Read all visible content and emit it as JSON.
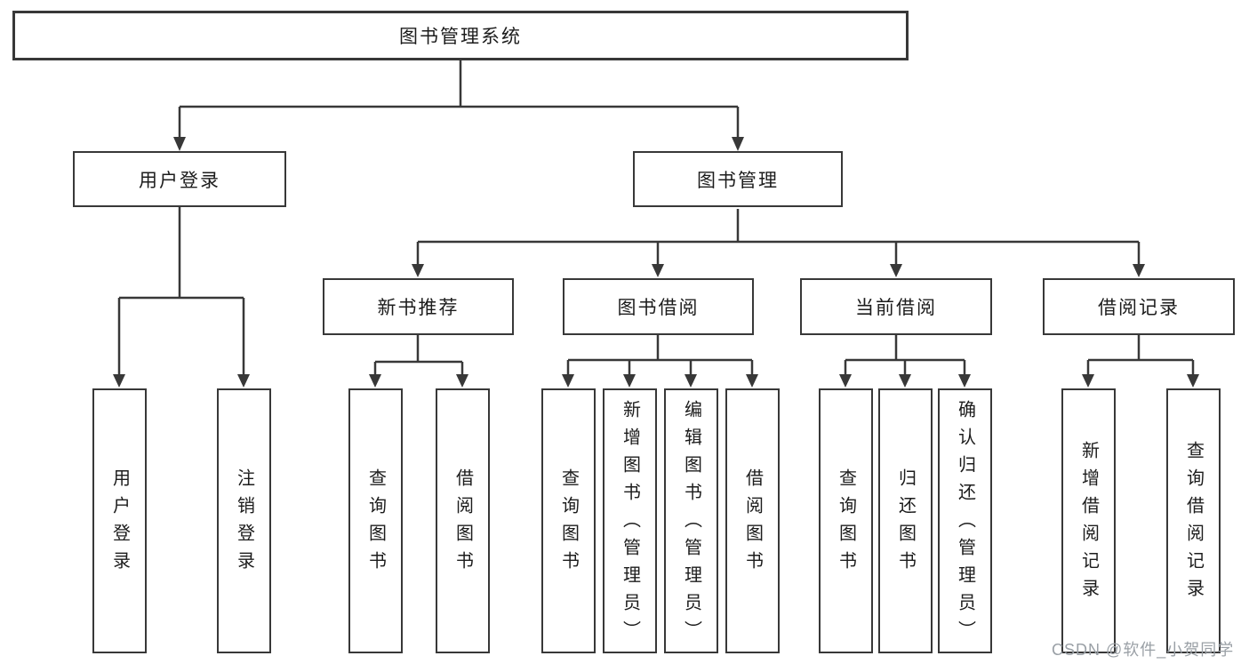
{
  "title_node": "图书管理系统",
  "branches": {
    "user_login": {
      "label": "用户登录",
      "children": [
        "用户登录",
        "注销登录"
      ]
    },
    "book_management": {
      "label": "图书管理",
      "sections": [
        {
          "label": "新书推荐",
          "children": [
            "查询图书",
            "借阅图书"
          ]
        },
        {
          "label": "图书借阅",
          "children": [
            "查询图书",
            "新增图书（管理员）",
            "编辑图书（管理员）",
            "借阅图书"
          ]
        },
        {
          "label": "当前借阅",
          "children": [
            "查询图书",
            "归还图书",
            "确认归还（管理员）"
          ]
        },
        {
          "label": "借阅记录",
          "children": [
            "新增借阅记录",
            "查询借阅记录"
          ]
        }
      ]
    }
  },
  "watermark": "CSDN @软件_小贺同学",
  "colors": {
    "line": "#383838",
    "text": "#1c1c1c",
    "watermark": "#9aa0a6",
    "background": "#ffffff"
  }
}
